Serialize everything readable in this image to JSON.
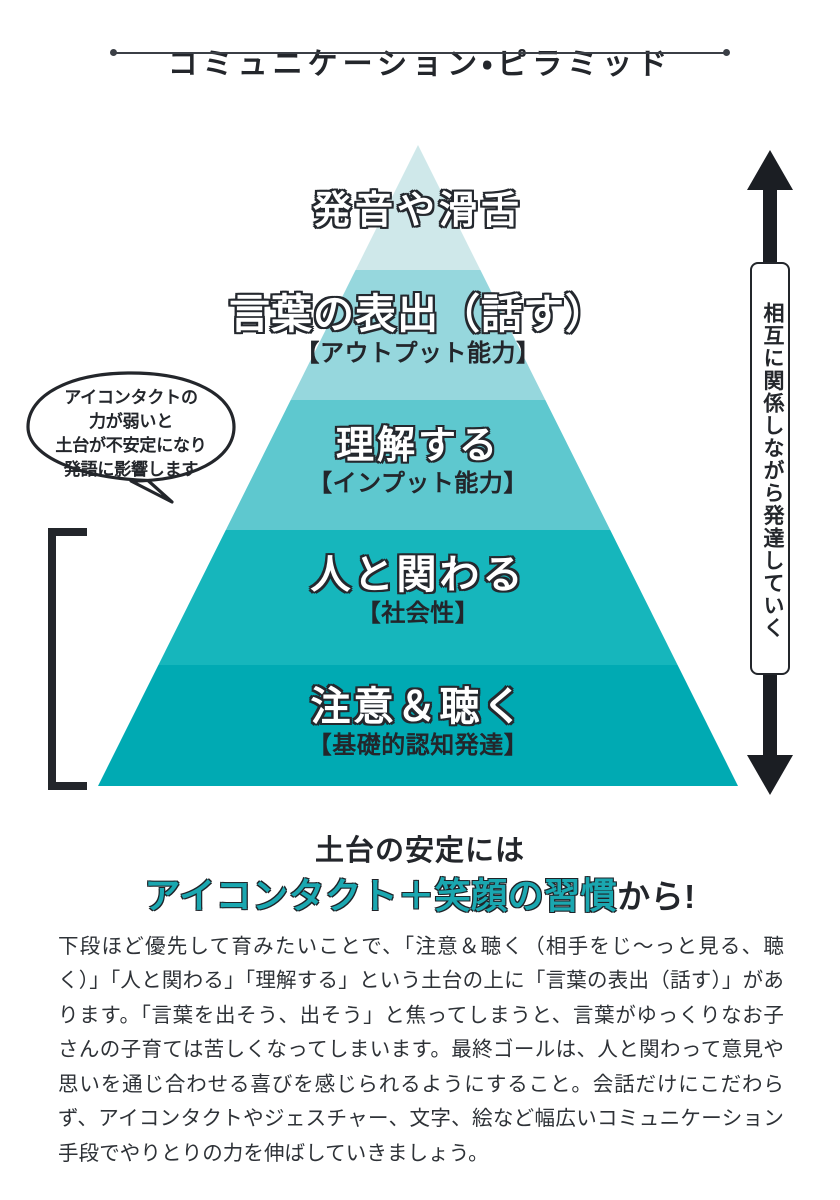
{
  "header": {
    "title": "コミュニケーション・ピラミッド"
  },
  "pyramid": {
    "tiers": [
      {
        "id": "tier-1",
        "main": "発音や滑舌",
        "sub": "",
        "color": "#cfe8ea"
      },
      {
        "id": "tier-2",
        "main": "言葉の表出（話す）",
        "sub": "【アウトプット能力】",
        "color": "#96d7dd"
      },
      {
        "id": "tier-3",
        "main": "理解する",
        "sub": "【インプット能力】",
        "color": "#5ec8cf"
      },
      {
        "id": "tier-4",
        "main": "人と関わる",
        "sub": "【社会性】",
        "color": "#16b6bc"
      },
      {
        "id": "tier-5",
        "main": "注意＆聴く",
        "sub": "【基礎的認知発達】",
        "color": "#00aab3"
      }
    ]
  },
  "callout": {
    "lines": [
      "アイコンタクトの",
      "力が弱いと",
      "土台が不安定になり",
      "発語に影響します"
    ]
  },
  "side_arrow": {
    "label": "相互に関係しながら発達していく"
  },
  "footer": {
    "headline_line1": "土台の安定には",
    "headline_accent": "アイコンタクト＋笑顔の習慣",
    "headline_suffix": "から!",
    "body": "下段ほど優先して育みたいことで、「注意＆聴く（相手をじ〜っと見る、聴く）」「人と関わる」「理解する」という土台の上に「言葉の表出（話す）」があります。「言葉を出そう、出そう」と焦ってしまうと、言葉がゆっくりなお子さんの子育ては苦しくなってしまいます。最終ゴールは、人と関わって意見や思いを通じ合わせる喜びを感じられるようにすること。会話だけにこだわらず、アイコンタクトやジェスチャー、文字、絵など幅広いコミュニケーション手段でやりとりの力を伸ばしていきましょう。"
  },
  "colors": {
    "ink": "#23262b",
    "accent": "#1aa7b0",
    "background": "#ffffff"
  }
}
